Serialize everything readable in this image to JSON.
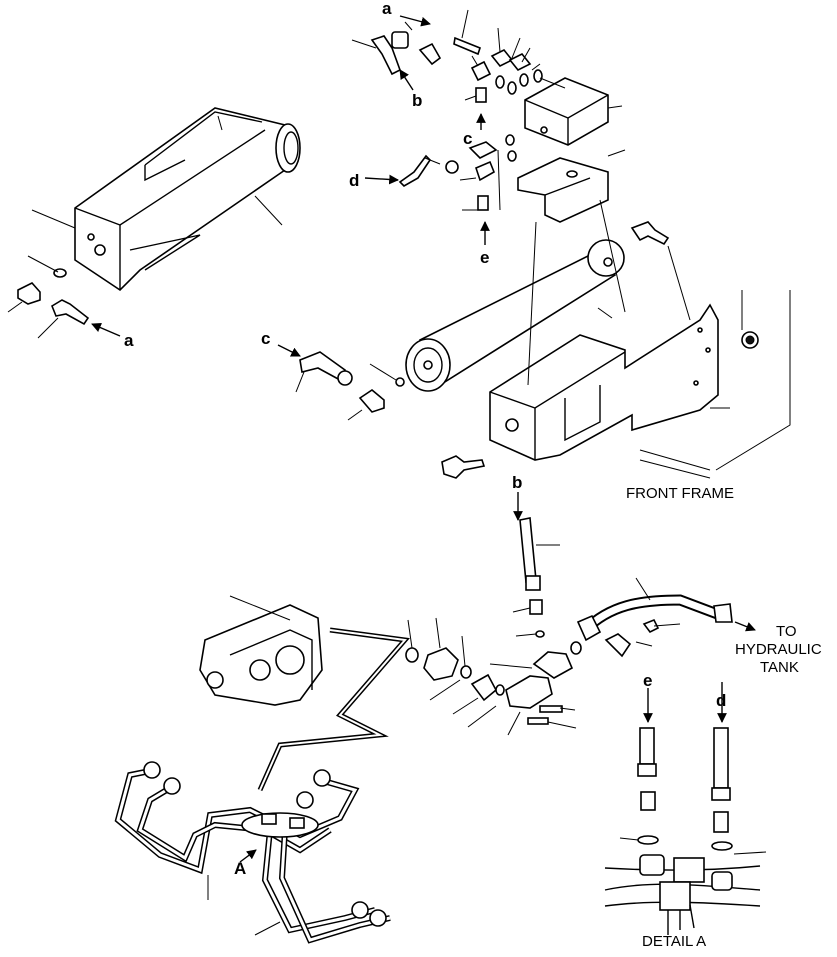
{
  "labels": {
    "a_top": "a",
    "b_top": "b",
    "c_top": "c",
    "d_left": "d",
    "e_mid": "e",
    "a_left": "a",
    "c_mid": "c",
    "b_mid": "b",
    "front_frame": "FRONT FRAME",
    "to_tank_1": "TO",
    "to_tank_2": "HYDRAULIC",
    "to_tank_3": "TANK",
    "e_detail": "e",
    "d_detail": "d",
    "a_valve": "A",
    "detail_a": "DETAIL  A"
  }
}
